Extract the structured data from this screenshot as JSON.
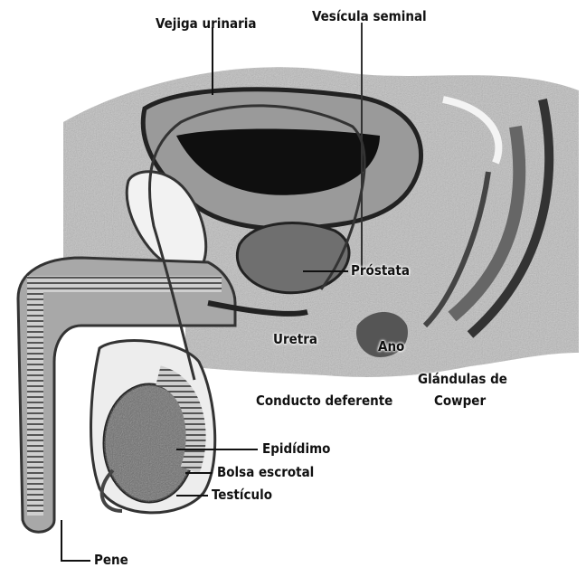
{
  "diagram": {
    "labels": {
      "vejiga": "Vejiga urinaria",
      "vesicula": "Vesícula seminal",
      "prostata": "Próstata",
      "uretra": "Uretra",
      "ano": "Ano",
      "glandulas": "Glándulas de",
      "conducto": "Conducto deferente",
      "cowper": "Cowper",
      "epididimo": "Epidídimo",
      "bolsa": "Bolsa escrotal",
      "testiculo": "Testículo",
      "pene": "Pene"
    }
  }
}
